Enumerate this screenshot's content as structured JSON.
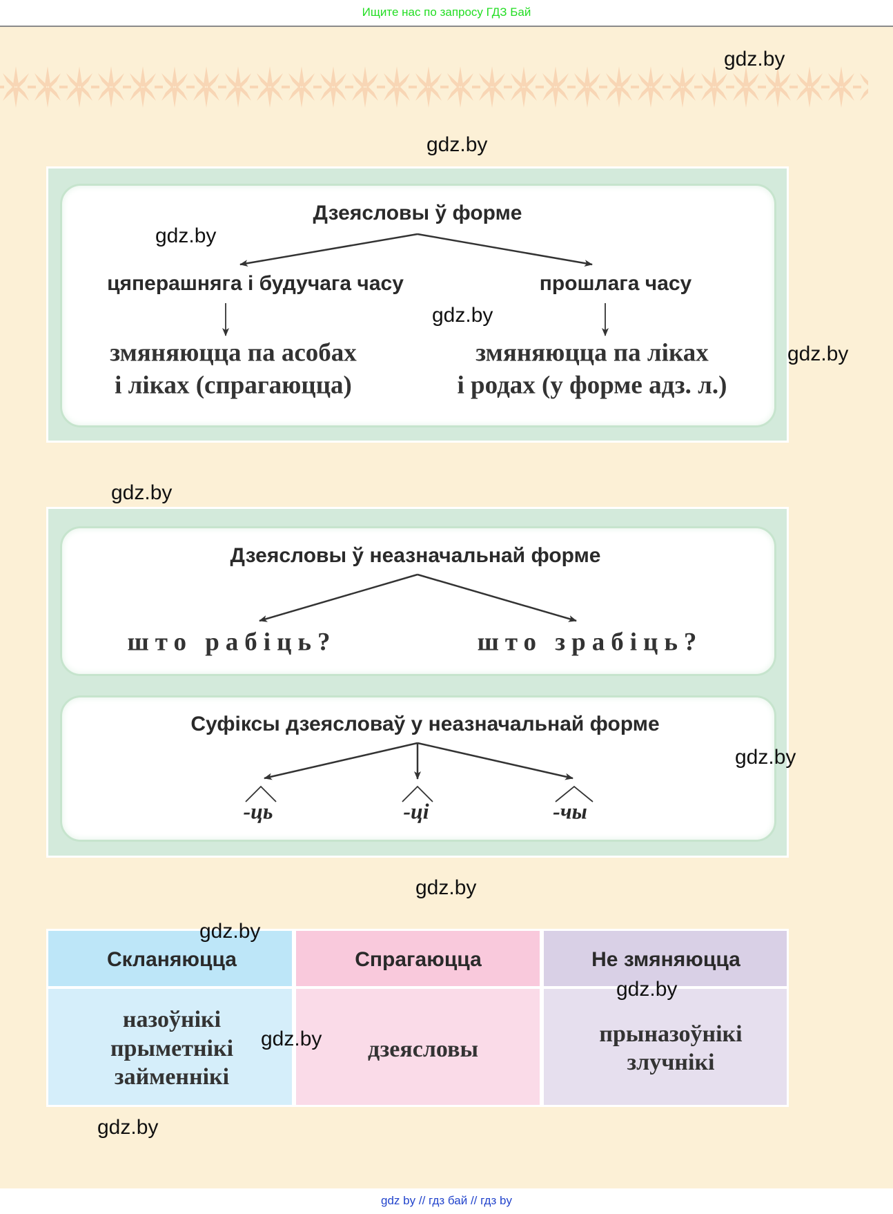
{
  "header": {
    "search_hint": "Ищите нас по запросу ГДЗ Бай"
  },
  "watermark": "gdz.by",
  "diagram1": {
    "title": "Дзеясловы ў форме",
    "left_label": "цяперашняга і будучага часу",
    "right_label": "прошлага часу",
    "left_desc": [
      "змяняюцца па асобах",
      "і ліках (спрагаюцца)"
    ],
    "right_desc": [
      "змяняюцца па ліках",
      "і родах (у форме адз. л.)"
    ]
  },
  "diagram2": {
    "title": "Дзеясловы ў неазначальнай форме",
    "left_question": "што рабіць?",
    "right_question": "што зрабіць?",
    "suffix_title": "Суфіксы дзеясловаў у неазначальнай форме",
    "suffixes": [
      "-ць",
      "-ці",
      "-чы"
    ]
  },
  "table": {
    "headers": [
      "Скланяюцца",
      "Спрагаюцца",
      "Не змяняюцца"
    ],
    "cells": [
      [
        "назоўнікі",
        "прыметнікі",
        "займеннікі"
      ],
      [
        "дзеясловы"
      ],
      [
        "прыназоўнікі",
        "злучнікі"
      ]
    ],
    "header_colors": [
      "#bde6f8",
      "#f9c9dc",
      "#d9d0e6"
    ],
    "body_colors": [
      "#d5eefa",
      "#fadbe8",
      "#e6dfee"
    ]
  },
  "footer": {
    "links": [
      "gdz by",
      "гдз бай",
      "гдз by"
    ],
    "separator": "//"
  },
  "colors": {
    "background": "#fcf0d6",
    "box_green": "#d3eadb",
    "hint_green": "#22dd22",
    "footer_blue": "#2244cc"
  }
}
